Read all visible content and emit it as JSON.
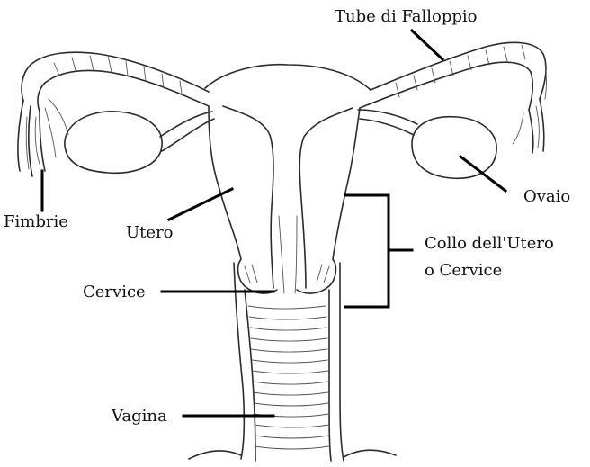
{
  "labels": {
    "tubes": "Tube di Falloppio",
    "ovary": "Ovaio",
    "fimbriae": "Fimbrie",
    "uterus": "Utero",
    "neck_line1": "Collo dell'Utero",
    "neck_line2": "o Cervice",
    "cervix": "Cervice",
    "vagina": "Vagina"
  }
}
